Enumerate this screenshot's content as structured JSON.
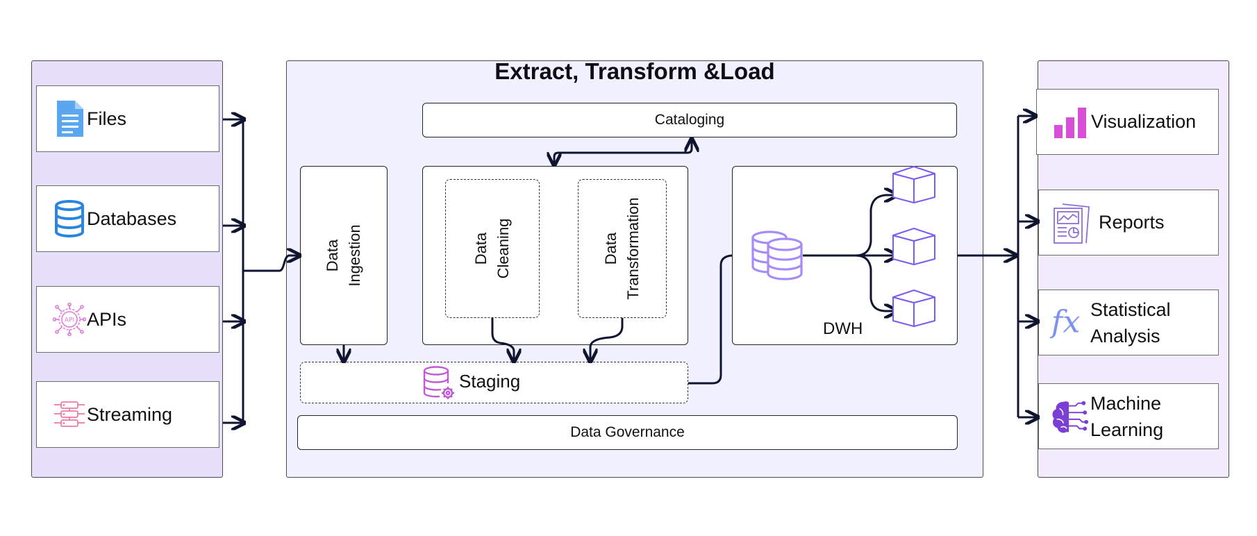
{
  "sources": {
    "items": [
      {
        "label": "Files",
        "icon": "document-icon"
      },
      {
        "label": "Databases",
        "icon": "database-icon"
      },
      {
        "label": "APIs",
        "icon": "api-icon"
      },
      {
        "label": "Streaming",
        "icon": "streaming-icon"
      }
    ]
  },
  "etl": {
    "title": "Extract, Transform &Load",
    "cataloging": "Cataloging",
    "ingestion": [
      "Data",
      "Ingestion"
    ],
    "cleaning": [
      "Data",
      "Cleaning"
    ],
    "transformation": [
      "Data",
      "Transformation"
    ],
    "staging": "Staging",
    "governance": "Data Governance",
    "dwh": "DWH"
  },
  "outputs": {
    "items": [
      {
        "label": "Visualization",
        "icon": "bar-chart-icon"
      },
      {
        "label": "Reports",
        "icon": "report-icon"
      },
      {
        "label": "Statistical Analysis",
        "lines": [
          "Statistical",
          "Analysis"
        ],
        "icon": "function-icon"
      },
      {
        "label": "Machine Learning",
        "lines": [
          "Machine",
          "Learning"
        ],
        "icon": "brain-icon"
      }
    ]
  },
  "colors": {
    "sources_bg": "#e6e0fb",
    "etl_bg": "#f1f0fe",
    "outputs_bg": "#f2ecfd",
    "files_icon": "#5aa7ef",
    "database_icon": "#2a86e0",
    "api_icon": "#e07ad8",
    "streaming_icon": "#f07aa0",
    "staging_icon": "#c05ad6",
    "dwh_icon": "#a78bfa",
    "cube_icon": "#7c5cf0",
    "viz_icon": "#d64fd6",
    "report_icon": "#8b6fd6",
    "fx_icon": "#7b93f0",
    "brain_icon": "#7b3fd6",
    "arrow": "#0f1530"
  }
}
